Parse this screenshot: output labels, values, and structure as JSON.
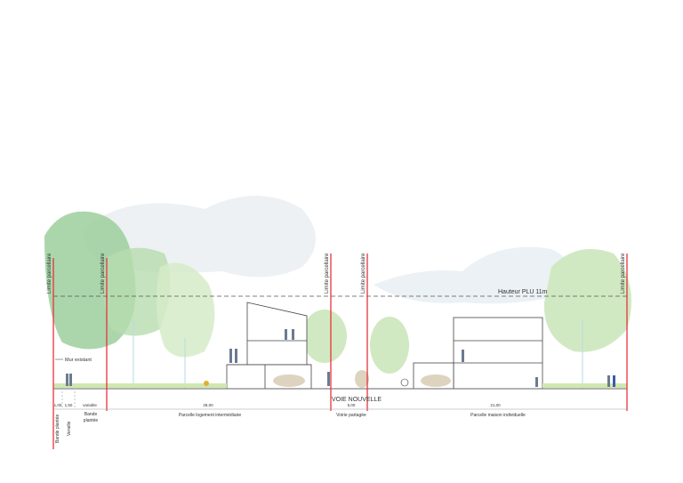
{
  "labels": {
    "plu_height": "Hauteur PLU 11m",
    "limite": "Limite parcellaire",
    "mur": "Mur existant",
    "voie": "VOIE NOUVELLE"
  },
  "dimensions": {
    "d1": "1,00",
    "d2": "1,50",
    "d3": "variable",
    "d4": "28,00",
    "d5": "5,00",
    "d6": "21,00"
  },
  "zones": {
    "bande_plantee_1": "Bande plantée",
    "venelle": "Venelle",
    "bande_plantee_2a": "Bande",
    "bande_plantee_2b": "plantée",
    "parcelle_logement": "Parcelle logement intermédiaire",
    "voirie": "Voirie partagée",
    "parcelle_maison": "Parcelle maison individuelle"
  },
  "colors": {
    "limit": "#e8323c",
    "tree_dark": "#8cc48c",
    "tree_light": "#cfe6b8",
    "ground": "#666666"
  }
}
